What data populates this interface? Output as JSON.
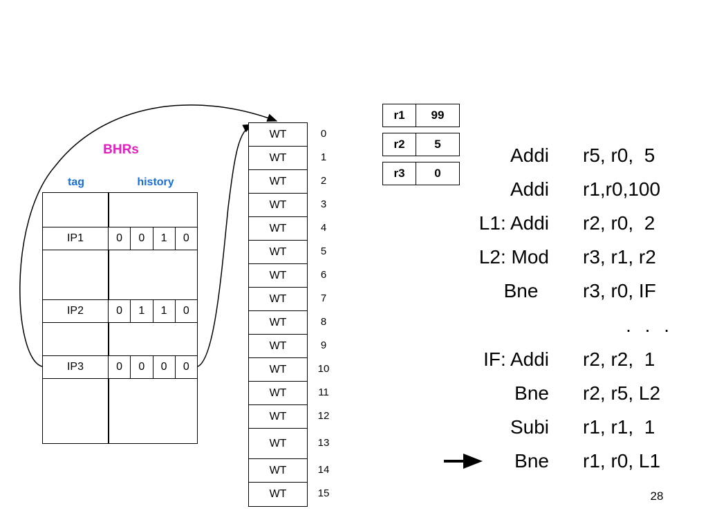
{
  "bhr": {
    "title": "BHRs",
    "tag_header": "tag",
    "history_header": "history",
    "rows": [
      {
        "tag": "IP1",
        "bits": [
          "0",
          "0",
          "1",
          "0"
        ]
      },
      {
        "tag": "IP2",
        "bits": [
          "0",
          "1",
          "1",
          "0"
        ]
      },
      {
        "tag": "IP3",
        "bits": [
          "0",
          "0",
          "0",
          "0"
        ]
      }
    ]
  },
  "pattern_table": {
    "entries": [
      "WT",
      "WT",
      "WT",
      "WT",
      "WT",
      "WT",
      "WT",
      "WT",
      "WT",
      "WT",
      "WT",
      "WT",
      "WT",
      "WT",
      "WT",
      "WT"
    ],
    "indices": [
      "0",
      "1",
      "2",
      "3",
      "4",
      "5",
      "6",
      "7",
      "8",
      "9",
      "10",
      "11",
      "12",
      "13",
      "14",
      "15"
    ]
  },
  "registers": [
    {
      "name": "r1",
      "value": "99"
    },
    {
      "name": "r2",
      "value": "5"
    },
    {
      "name": "r3",
      "value": "0"
    }
  ],
  "code": [
    {
      "op": "Addi",
      "args": "r5, r0,  5"
    },
    {
      "op": "Addi",
      "args": "r1,r0,100"
    },
    {
      "op": "L1: Addi",
      "args": "r2, r0,  2"
    },
    {
      "op": "L2: Mod",
      "args": "r3, r1, r2"
    },
    {
      "op": "Bne  ",
      "args": "r3, r0, IF"
    },
    {
      "op": "IF: Addi",
      "args": "r2, r2,  1"
    },
    {
      "op": "Bne",
      "args": "r2, r5, L2"
    },
    {
      "op": "Subi",
      "args": "r1, r1,  1"
    },
    {
      "op": "Bne",
      "args": "r1, r0, L1"
    }
  ],
  "ellipsis": ". . .",
  "page_number": "28"
}
